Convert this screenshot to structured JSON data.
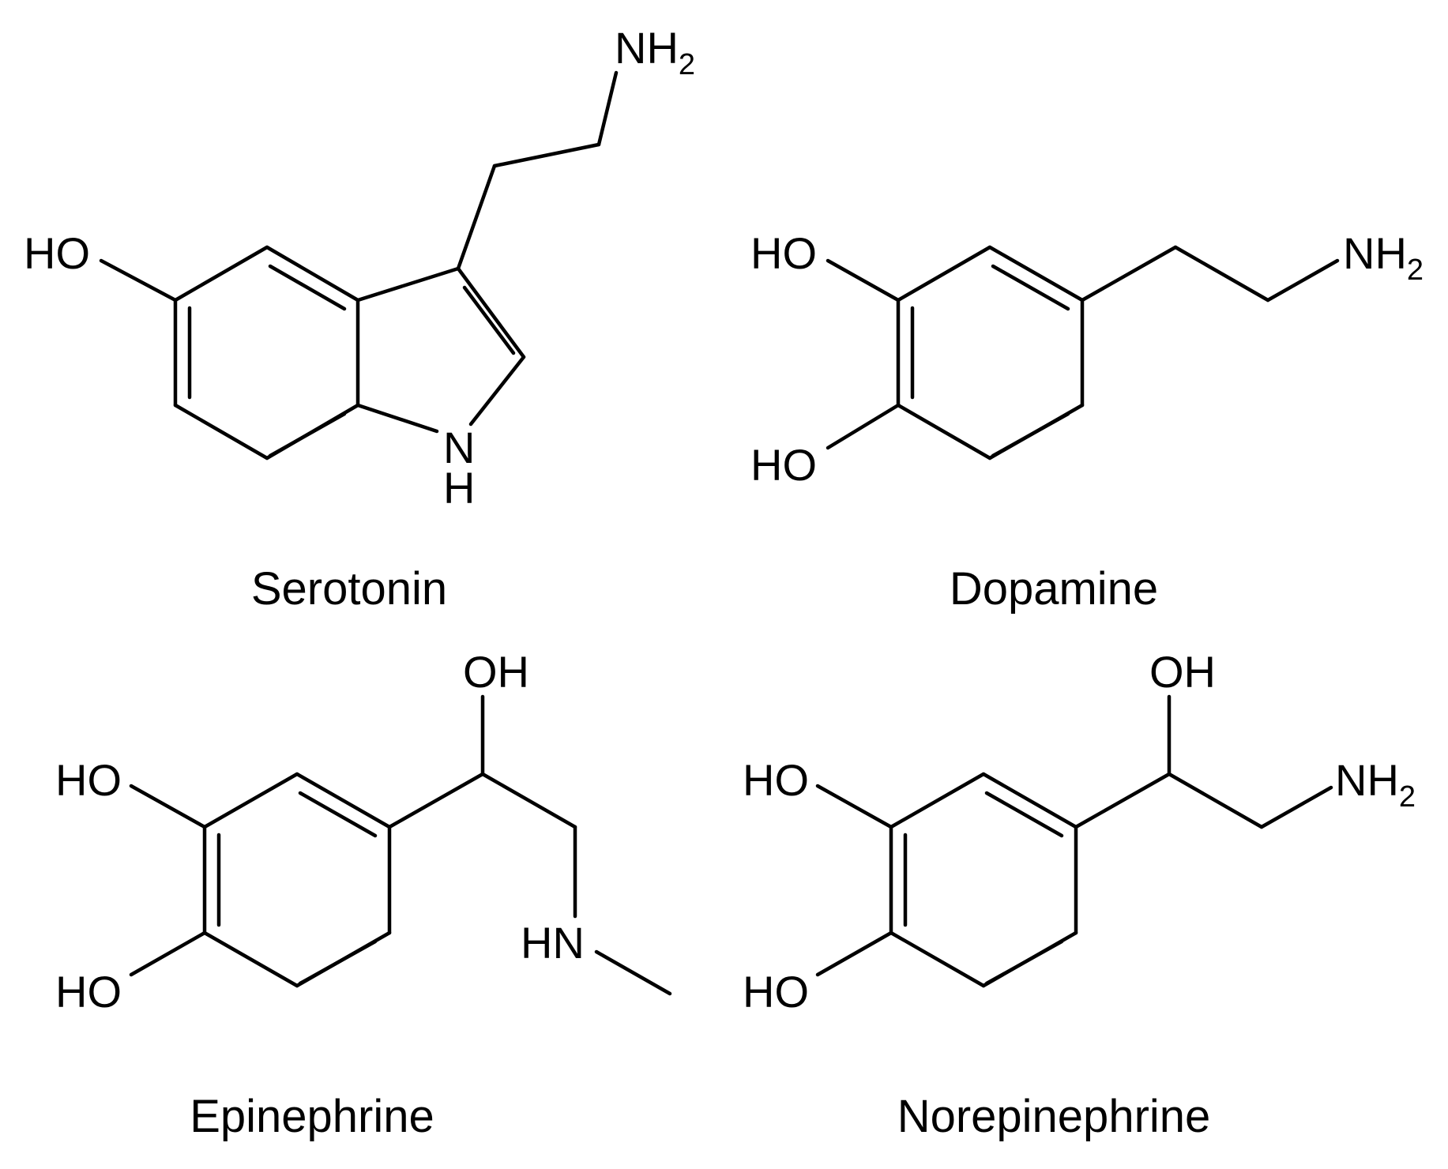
{
  "molecules": {
    "serotonin": {
      "name": "Serotonin",
      "labels": {
        "amine": "NH",
        "amine_sub": "2",
        "hydroxyl": "HO",
        "ring_n": "N",
        "ring_h": "H"
      }
    },
    "dopamine": {
      "name": "Dopamine",
      "labels": {
        "hydroxyl_top": "HO",
        "hydroxyl_bottom": "HO",
        "amine": "NH",
        "amine_sub": "2"
      }
    },
    "epinephrine": {
      "name": "Epinephrine",
      "labels": {
        "side_hydroxyl": "OH",
        "hydroxyl_top": "HO",
        "hydroxyl_bottom": "HO",
        "methylamine": "HN"
      }
    },
    "norepinephrine": {
      "name": "Norepinephrine",
      "labels": {
        "side_hydroxyl": "OH",
        "hydroxyl_top": "HO",
        "hydroxyl_bottom": "HO",
        "amine": "NH",
        "amine_sub": "2"
      }
    }
  }
}
